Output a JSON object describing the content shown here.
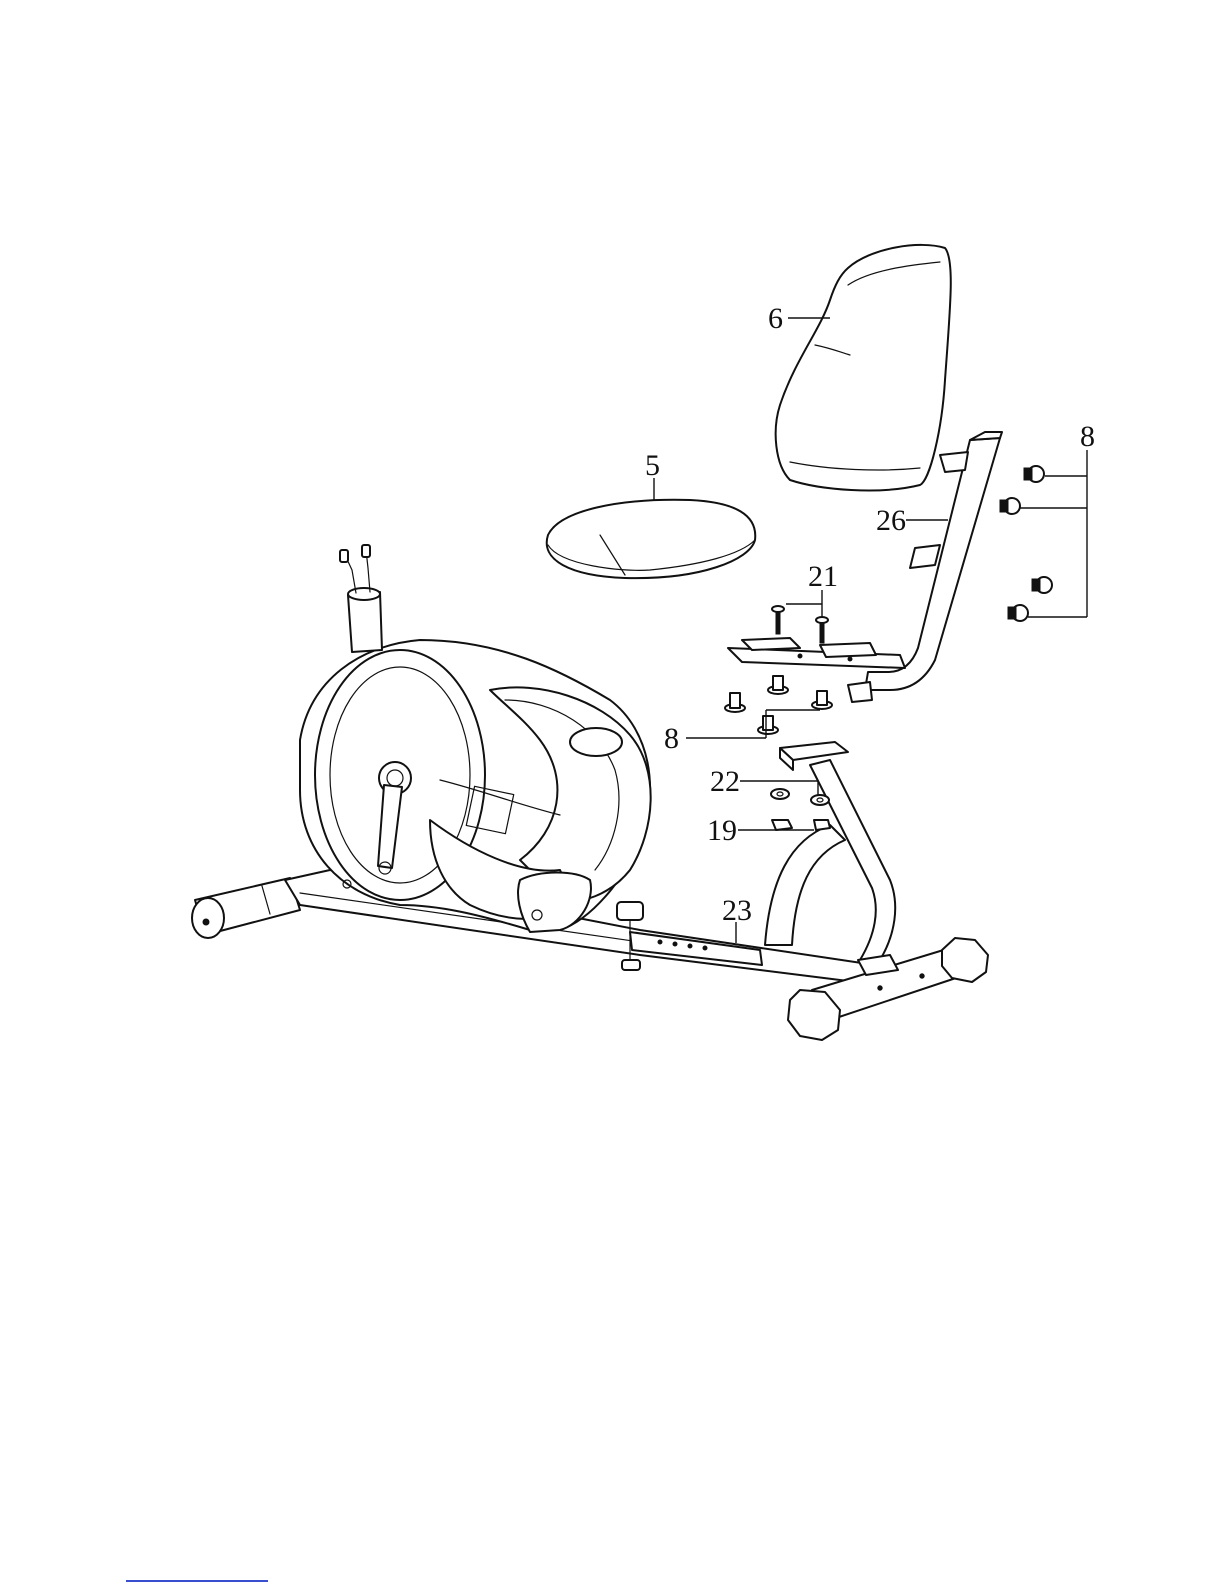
{
  "callouts": {
    "backrest": "6",
    "seat": "5",
    "bolts_right": "8",
    "seat_post_frame": "26",
    "bracket_bolts": "21",
    "bolts_lower": "8",
    "washers": "22",
    "nuts": "19",
    "main_frame": "23"
  },
  "colors": {
    "line": "#111111",
    "background": "#ffffff",
    "link_underline": "#3a4fd0"
  }
}
